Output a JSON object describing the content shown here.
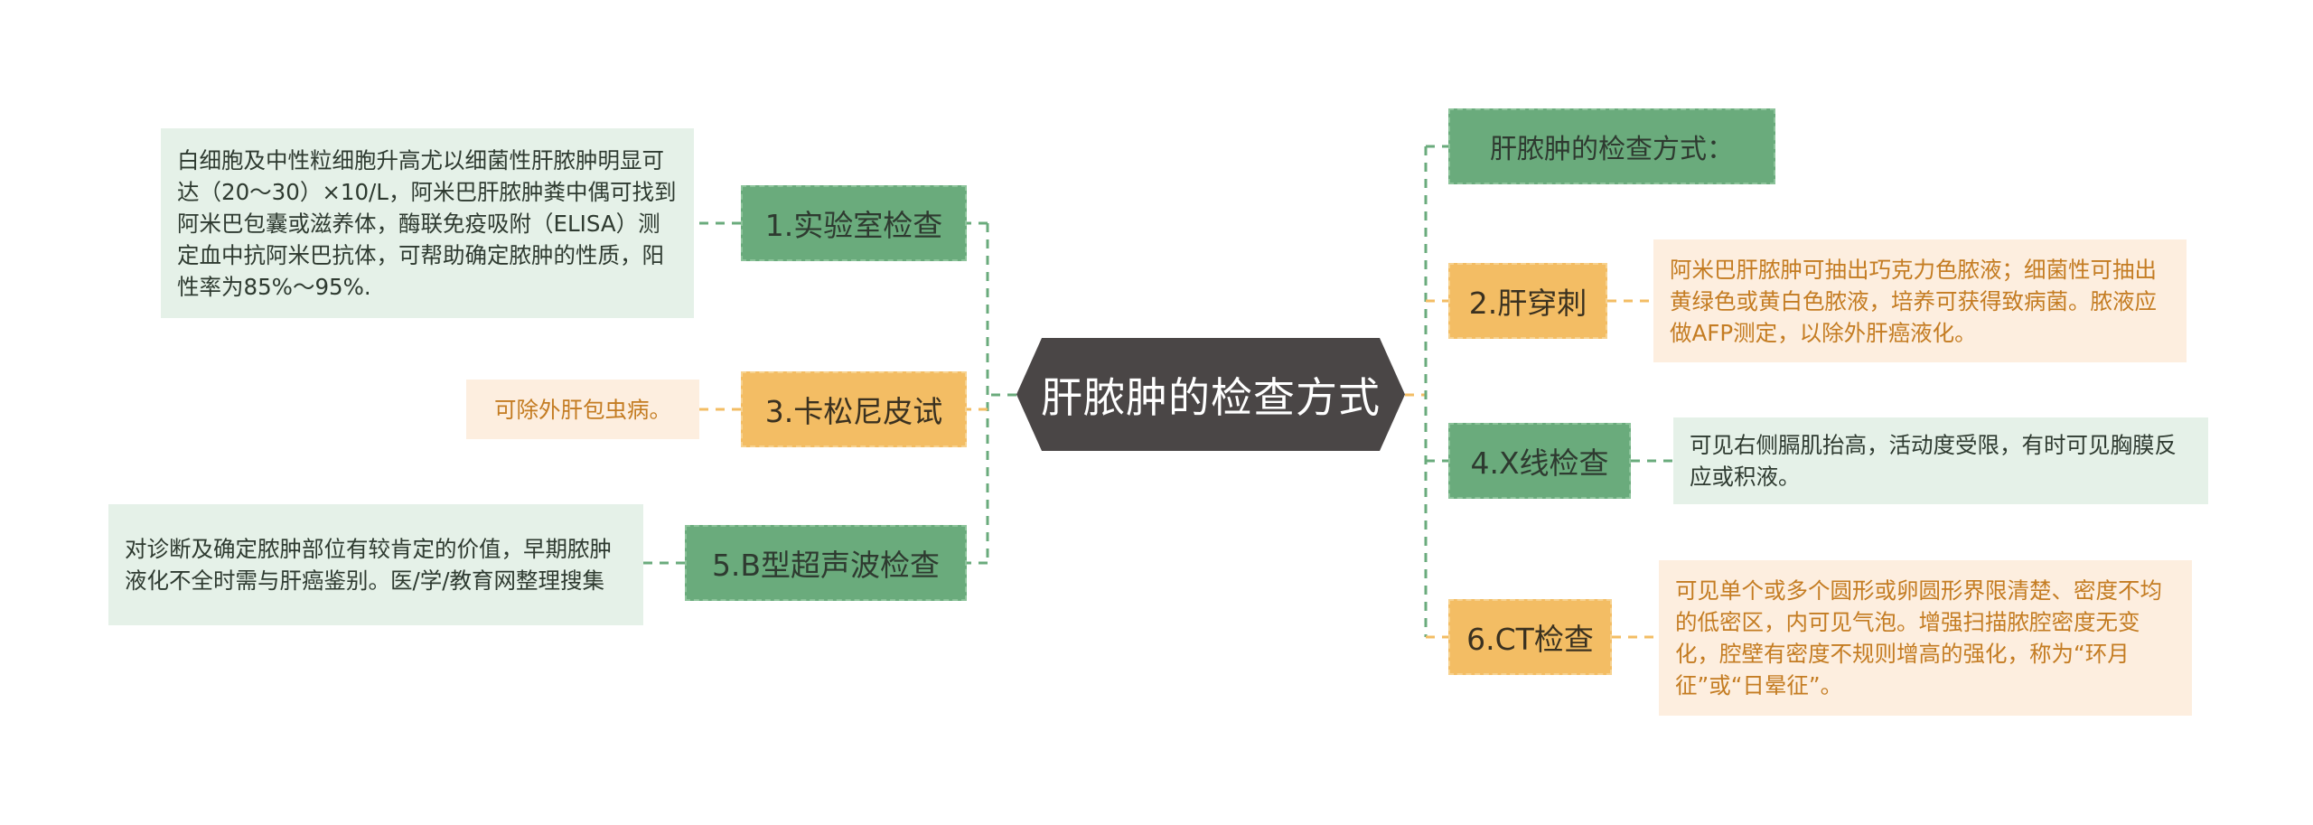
{
  "central_topic": "肝脓肿的检查方式",
  "left_branches": [
    {
      "label": "1.实验室检查",
      "detail": "白细胞及中性粒细胞升高尤以细菌性肝脓肿明显可达（20～30）×10/L，阿米巴肝脓肿粪中偶可找到阿米巴包囊或滋养体，酶联免疫吸附（ELISA）测定血中抗阿米巴抗体，可帮助确定脓肿的性质，阳性率为85%～95%."
    },
    {
      "label": "3.卡松尼皮试",
      "detail": "可除外肝包虫病。"
    },
    {
      "label": "5.B型超声波检查",
      "detail": "对诊断及确定脓肿部位有较肯定的价值，早期脓肿液化不全时需与肝癌鉴别。医/学/教育网整理搜集"
    }
  ],
  "right_branches": [
    {
      "label": "肝脓肿的检查方式："
    },
    {
      "label": "2.肝穿刺",
      "detail": "阿米巴肝脓肿可抽出巧克力色脓液；细菌性可抽出黄绿色或黄白色脓液，培养可获得致病菌。脓液应做AFP测定，以除外肝癌液化。"
    },
    {
      "label": "4.X线检查",
      "detail": "可见右侧膈肌抬高，活动度受限，有时可见胸膜反应或积液。"
    },
    {
      "label": "6.CT检查",
      "detail": "可见单个或多个圆形或卵圆形界限清楚、密度不均的低密区，内可见气泡。增强扫描脓腔密度无变化，腔壁有密度不规则增高的强化，称为“环月征”或“日晕征”。"
    }
  ],
  "colors": {
    "center": "#4a4646",
    "green_node": "#6aab7c",
    "orange_node": "#f3bd64",
    "green_leaf": "#e5f1e8",
    "orange_leaf": "#fdeedf",
    "green_line": "#6aab7c",
    "orange_line": "#f3bd64"
  }
}
